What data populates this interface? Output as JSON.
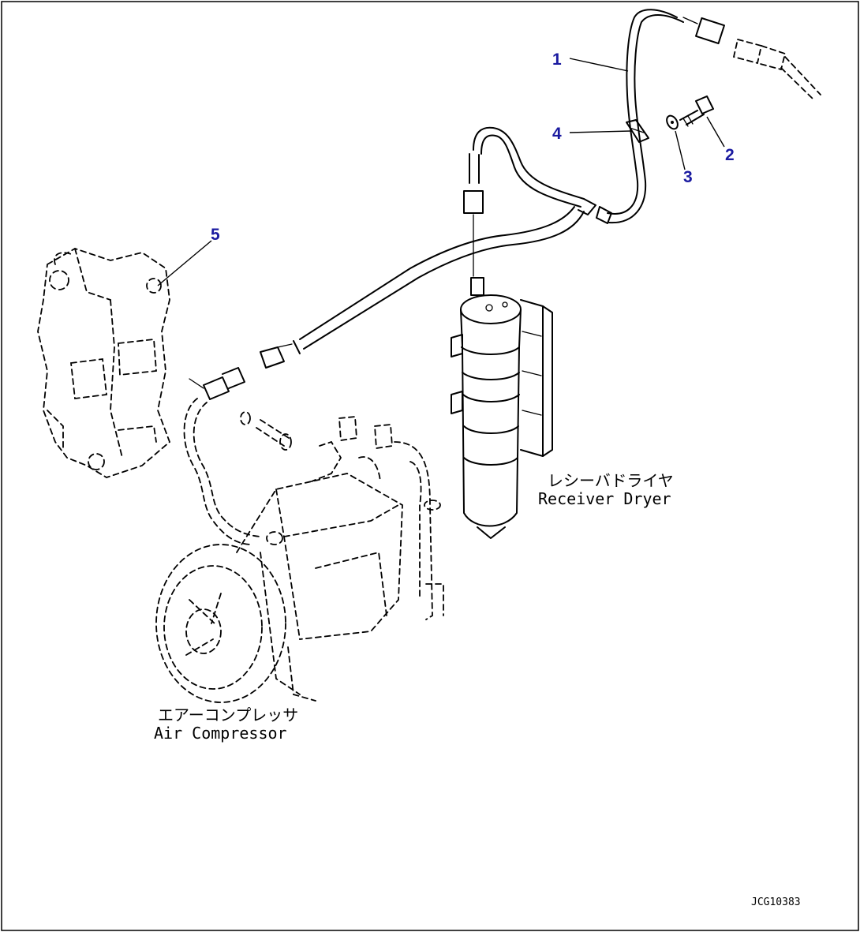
{
  "colors": {
    "callout": "#1a1aa0",
    "line": "#000000",
    "background": "#ffffff"
  },
  "callouts": [
    {
      "id": "1",
      "text": "1"
    },
    {
      "id": "2",
      "text": "2"
    },
    {
      "id": "3",
      "text": "3"
    },
    {
      "id": "4",
      "text": "4"
    },
    {
      "id": "5",
      "text": "5"
    }
  ],
  "labels": {
    "receiver_dryer_jp": "レシーバドライヤ",
    "receiver_dryer_en": "Receiver Dryer",
    "air_compressor_jp": "エアーコンプレッサ",
    "air_compressor_en": "Air Compressor"
  },
  "drawing_code": "JCG10383"
}
